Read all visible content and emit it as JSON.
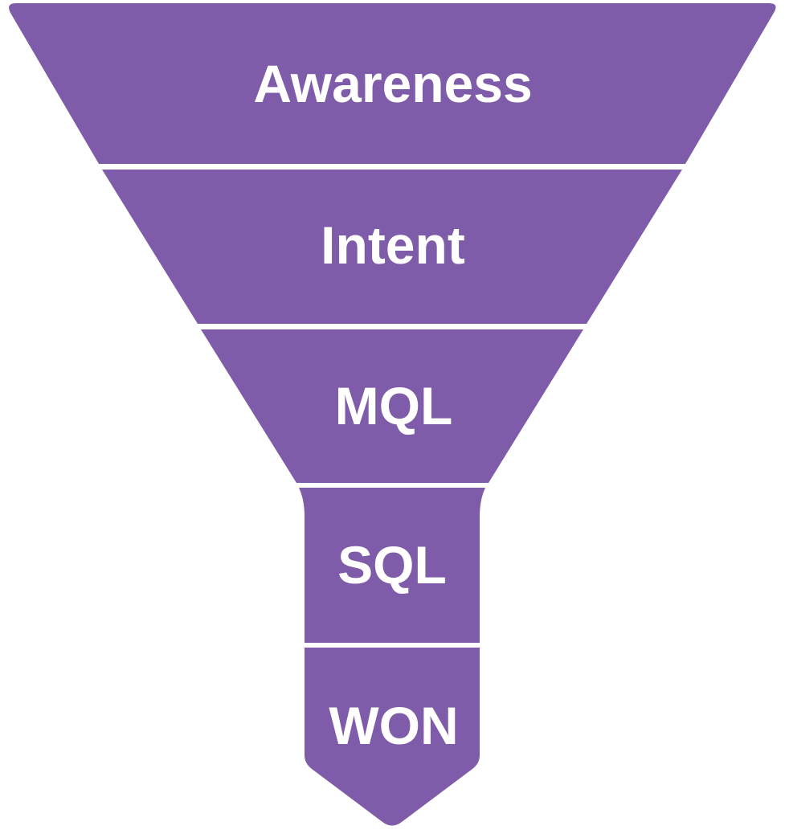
{
  "funnel": {
    "fill_color": "#7f5ca9",
    "text_color": "#ffffff",
    "stages": [
      {
        "label": "Awareness"
      },
      {
        "label": "Intent"
      },
      {
        "label": "MQL"
      },
      {
        "label": "SQL"
      },
      {
        "label": "WON"
      }
    ]
  }
}
